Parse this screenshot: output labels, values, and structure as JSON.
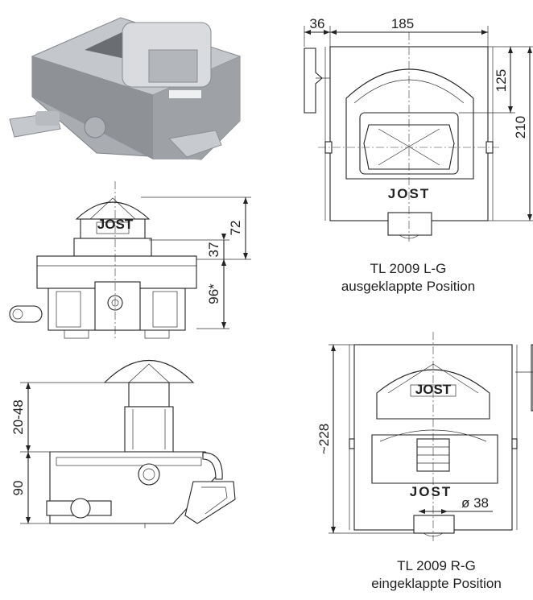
{
  "dimensions": {
    "top_view_width_offset": "36",
    "top_view_width": "185",
    "top_view_height_partial": "125",
    "top_view_height_total": "210",
    "front_view_height_total": "72",
    "front_view_height_partial": "37",
    "front_view_depth": "96*",
    "side_view_adjust_range": "20-48",
    "side_view_height": "90",
    "bottom_view_height": "~228",
    "bottom_view_diameter": "ø 38"
  },
  "labels": {
    "brand_small": "JOST",
    "brand_plate": "JOST"
  },
  "captions": {
    "top_right": {
      "line1": "TL 2009 L-G",
      "line2": "ausgeklappte Position"
    },
    "bottom_right": {
      "line1": "TL 2009 R-G",
      "line2": "eingeklappte Position"
    }
  }
}
